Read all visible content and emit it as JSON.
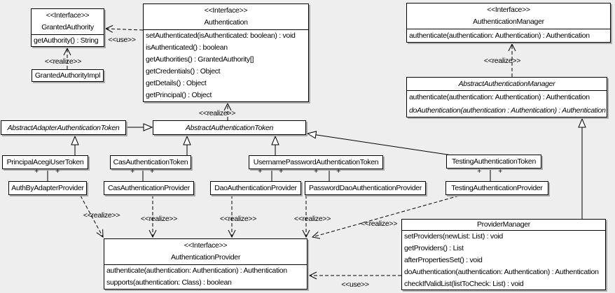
{
  "diagram": {
    "title": "Acegi Security authentication UML class diagram",
    "background_color": "#eeeeee",
    "box_fill_color": "#ffffff",
    "line_color": "#000000",
    "shadow_color": "#ababab"
  },
  "labels": {
    "use": "<<use>>",
    "realize": "<<realize>>",
    "plus": "+"
  },
  "classes": {
    "granted_authority": {
      "stereotype": "<<Interface>>",
      "name": "GrantedAuthority",
      "methods": [
        "getAuthority() : String"
      ]
    },
    "granted_authority_impl": {
      "name": "GrantedAuthorityImpl"
    },
    "authentication": {
      "stereotype": "<<Interface>>",
      "name": "Authentication",
      "methods": [
        "setAuthenticated(isAuthenticated: boolean) : void",
        "isAuthenticated() : boolean",
        "getAuthorities() : GrantedAuthority[]",
        "getCredentials() : Object",
        "getDetails() : Object",
        "getPrincipal() : Object"
      ]
    },
    "authentication_manager": {
      "stereotype": "<<Interface>>",
      "name": "AuthenticationManager",
      "methods": [
        "authenticate(authentication: Authentication) : Authentication"
      ]
    },
    "abstract_authentication_manager": {
      "name": "AbstractAuthenticationManager",
      "methods": [
        "authenticate(authentication: Authentication) : Authentication",
        "doAuthentication(authentication : Authentication) : Authentication"
      ]
    },
    "abstract_adapter_authentication_token": {
      "name": "AbstractAdapterAuthenticationToken"
    },
    "abstract_authentication_token": {
      "name": "AbstractAuthenticationToken"
    },
    "principal_acegi_user_token": {
      "name": "PrincipalAcegiUserToken"
    },
    "cas_authentication_token": {
      "name": "CasAuthenticationToken"
    },
    "username_password_authentication_token": {
      "name": "UsernamePasswordAuthenticationToken"
    },
    "testing_authentication_token": {
      "name": "TestingAuthenticationToken"
    },
    "auth_by_adapter_provider": {
      "name": "AuthByAdapterProvider"
    },
    "cas_authentication_provider": {
      "name": "CasAuthenticationProvider"
    },
    "dao_authentication_provider": {
      "name": "DaoAuthenticationProvider"
    },
    "password_dao_authentication_provider": {
      "name": "PasswordDaoAuthenticationProvider"
    },
    "testing_authentication_provider": {
      "name": "TestingAuthenticationProvider"
    },
    "authentication_provider": {
      "stereotype": "<<Interface>>",
      "name": "AuthenticationProvider",
      "methods": [
        "authenticate(authentication: Authentication) : Authentication",
        "supports(authentication: Class) : boolean"
      ]
    },
    "provider_manager": {
      "name": "ProviderManager",
      "methods": [
        "setProviders(newList: List) : void",
        "getProviders() : List",
        "afterPropertiesSet() : void",
        "doAuthentication(authentication: Authentication) : Authentication",
        "checkIfValidList(listToCheck: List) : void"
      ]
    }
  }
}
